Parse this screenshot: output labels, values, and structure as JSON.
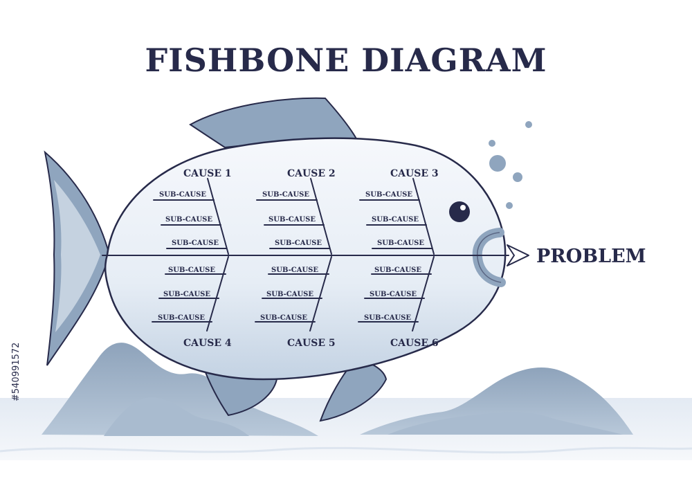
{
  "title": "FISHBONE DIAGRAM",
  "problem": "PROBLEM",
  "causes": [
    "CAUSE 1",
    "CAUSE 2",
    "CAUSE 3",
    "CAUSE 4",
    "CAUSE 5",
    "CAUSE 6"
  ],
  "sub_cause_label": "SUB-CAUSE",
  "stock_id": "#540991572",
  "colors": {
    "outline": "#272a4a",
    "fin": "#8fa5be",
    "fin_light": "#c5d2e0",
    "body_light": "#f4f7fb",
    "body_shade": "#c9d7e6",
    "water": "#e9eef5",
    "rock": "#8da2ba",
    "bubble": "#8fa5be"
  }
}
